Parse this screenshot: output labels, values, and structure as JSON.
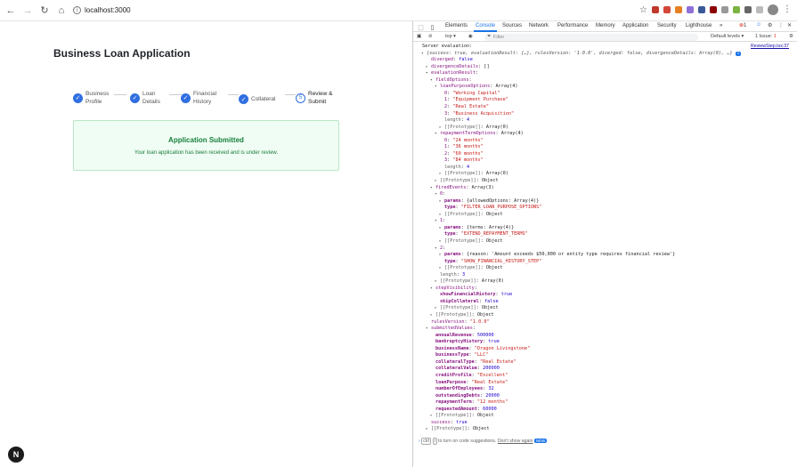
{
  "browser": {
    "url": "localhost:3000"
  },
  "page": {
    "title": "Business Loan Application",
    "steps": [
      {
        "label_line1": "Business",
        "label_line2": "Profile",
        "status": "done"
      },
      {
        "label_line1": "Loan",
        "label_line2": "Details",
        "status": "done"
      },
      {
        "label_line1": "Financial",
        "label_line2": "History",
        "status": "done"
      },
      {
        "label_line1": "Collateral",
        "label_line2": "",
        "status": "done"
      },
      {
        "label_line1": "Review &",
        "label_line2": "Submit",
        "status": "current",
        "number": "5"
      }
    ],
    "success_title": "Application Submitted",
    "success_message": "Your loan application has been received and is under review.",
    "next_badge": "N"
  },
  "devtools": {
    "tabs": [
      "Elements",
      "Console",
      "Sources",
      "Network",
      "Performance",
      "Memory",
      "Application",
      "Security",
      "Lighthouse",
      "»"
    ],
    "active_tab": "Console",
    "error_count": "1",
    "context": "top ▾",
    "filter_placeholder": "Filter",
    "default_levels": "Default levels ▾",
    "issues": "1 Issue: ",
    "issue_count": "1",
    "source_link": "ReviewStep.tsx:37",
    "prompt_hint_pre": "to turn on code suggestions.",
    "prompt_kbd1": "ctrl",
    "prompt_kbd2": "i",
    "prompt_dont_show": "Don't show again",
    "prompt_new": "NEW"
  },
  "console_lines": [
    {
      "indent": 0,
      "tw": "",
      "html": "Server evaluation:",
      "link": true
    },
    {
      "indent": 1,
      "tw": "▾",
      "html": "<span class='it'>{success: true, evaluationResult: {…}, rulesVersion: '1.0.0', diverged: false, divergenceDetails: Array(0), …}</span> <span class='newbadge'>i</span>"
    },
    {
      "indent": 2,
      "tw": "",
      "html": "<span class='k'>diverged</span>: <span class='b'>false</span>"
    },
    {
      "indent": 2,
      "tw": "▸",
      "html": "<span class='k'>divergenceDetails</span>: []"
    },
    {
      "indent": 2,
      "tw": "▾",
      "html": "<span class='k'>evaluationResult</span>:"
    },
    {
      "indent": 3,
      "tw": "▾",
      "html": "<span class='k'>fieldOptions</span>:"
    },
    {
      "indent": 4,
      "tw": "▾",
      "html": "<span class='k'>loanPurposeOptions</span>: Array(4)"
    },
    {
      "indent": 5,
      "tw": "",
      "html": "<span class='k'>0</span>: <span class='s'>\"Working Capital\"</span>"
    },
    {
      "indent": 5,
      "tw": "",
      "html": "<span class='k'>1</span>: <span class='s'>\"Equipment Purchase\"</span>"
    },
    {
      "indent": 5,
      "tw": "",
      "html": "<span class='k'>2</span>: <span class='s'>\"Real Estate\"</span>"
    },
    {
      "indent": 5,
      "tw": "",
      "html": "<span class='k'>3</span>: <span class='s'>\"Business Acquisition\"</span>"
    },
    {
      "indent": 5,
      "tw": "",
      "html": "<span class='g'>length</span>: <span class='n'>4</span>"
    },
    {
      "indent": 5,
      "tw": "▸",
      "html": "<span class='g'>[[Prototype]]</span>: Array(0)"
    },
    {
      "indent": 4,
      "tw": "▾",
      "html": "<span class='k'>repaymentTermOptions</span>: Array(4)"
    },
    {
      "indent": 5,
      "tw": "",
      "html": "<span class='k'>0</span>: <span class='s'>\"24 months\"</span>"
    },
    {
      "indent": 5,
      "tw": "",
      "html": "<span class='k'>1</span>: <span class='s'>\"36 months\"</span>"
    },
    {
      "indent": 5,
      "tw": "",
      "html": "<span class='k'>2</span>: <span class='s'>\"60 months\"</span>"
    },
    {
      "indent": 5,
      "tw": "",
      "html": "<span class='k'>3</span>: <span class='s'>\"84 months\"</span>"
    },
    {
      "indent": 5,
      "tw": "",
      "html": "<span class='g'>length</span>: <span class='n'>4</span>"
    },
    {
      "indent": 5,
      "tw": "▸",
      "html": "<span class='g'>[[Prototype]]</span>: Array(0)"
    },
    {
      "indent": 4,
      "tw": "▸",
      "html": "<span class='g'>[[Prototype]]</span>: Object"
    },
    {
      "indent": 3,
      "tw": "▾",
      "html": "<span class='k'>firedEvents</span>: Array(3)"
    },
    {
      "indent": 4,
      "tw": "▾",
      "html": "<span class='k'>0</span>:"
    },
    {
      "indent": 5,
      "tw": "▸",
      "html": "<span class='kb'>params</span>: {allowedOptions: Array(4)}"
    },
    {
      "indent": 5,
      "tw": "",
      "html": "<span class='kb'>type</span>: <span class='s'>\"FILTER_LOAN_PURPOSE_OPTIONS\"</span>"
    },
    {
      "indent": 5,
      "tw": "▸",
      "html": "<span class='g'>[[Prototype]]</span>: Object"
    },
    {
      "indent": 4,
      "tw": "▾",
      "html": "<span class='k'>1</span>:"
    },
    {
      "indent": 5,
      "tw": "▸",
      "html": "<span class='kb'>params</span>: {terms: Array(4)}"
    },
    {
      "indent": 5,
      "tw": "",
      "html": "<span class='kb'>type</span>: <span class='s'>\"EXTEND_REPAYMENT_TERMS\"</span>"
    },
    {
      "indent": 5,
      "tw": "▸",
      "html": "<span class='g'>[[Prototype]]</span>: Object"
    },
    {
      "indent": 4,
      "tw": "▾",
      "html": "<span class='k'>2</span>:"
    },
    {
      "indent": 5,
      "tw": "▸",
      "html": "<span class='kb'>params</span>: {reason: 'Amount exceeds $50,000 or entity type requires financial review'}"
    },
    {
      "indent": 5,
      "tw": "",
      "html": "<span class='kb'>type</span>: <span class='s'>\"SHOW_FINANCIAL_HISTORY_STEP\"</span>"
    },
    {
      "indent": 5,
      "tw": "▸",
      "html": "<span class='g'>[[Prototype]]</span>: Object"
    },
    {
      "indent": 4,
      "tw": "",
      "html": "<span class='g'>length</span>: <span class='n'>3</span>"
    },
    {
      "indent": 4,
      "tw": "▸",
      "html": "<span class='g'>[[Prototype]]</span>: Array(0)"
    },
    {
      "indent": 3,
      "tw": "▾",
      "html": "<span class='k'>stepVisibility</span>:"
    },
    {
      "indent": 4,
      "tw": "",
      "html": "<span class='kb'>showFinancialHistory</span>: <span class='b'>true</span>"
    },
    {
      "indent": 4,
      "tw": "",
      "html": "<span class='kb'>skipCollateral</span>: <span class='b'>false</span>"
    },
    {
      "indent": 4,
      "tw": "▸",
      "html": "<span class='g'>[[Prototype]]</span>: Object"
    },
    {
      "indent": 3,
      "tw": "▸",
      "html": "<span class='g'>[[Prototype]]</span>: Object"
    },
    {
      "indent": 2,
      "tw": "",
      "html": "<span class='k'>rulesVersion</span>: <span class='s'>\"1.0.0\"</span>"
    },
    {
      "indent": 2,
      "tw": "▾",
      "html": "<span class='k'>submittedValues</span>:"
    },
    {
      "indent": 3,
      "tw": "",
      "html": "<span class='kb'>annualRevenue</span>: <span class='n'>500000</span>"
    },
    {
      "indent": 3,
      "tw": "",
      "html": "<span class='kb'>bankruptcyHistory</span>: <span class='b'>true</span>"
    },
    {
      "indent": 3,
      "tw": "",
      "html": "<span class='kb'>businessName</span>: <span class='s'>\"Dragon Livingstone\"</span>"
    },
    {
      "indent": 3,
      "tw": "",
      "html": "<span class='kb'>businessType</span>: <span class='s'>\"LLC\"</span>"
    },
    {
      "indent": 3,
      "tw": "",
      "html": "<span class='kb'>collateralType</span>: <span class='s'>\"Real Estate\"</span>"
    },
    {
      "indent": 3,
      "tw": "",
      "html": "<span class='kb'>collateralValue</span>: <span class='n'>200000</span>"
    },
    {
      "indent": 3,
      "tw": "",
      "html": "<span class='kb'>creditProfile</span>: <span class='s'>\"Excellent\"</span>"
    },
    {
      "indent": 3,
      "tw": "",
      "html": "<span class='kb'>loanPurpose</span>: <span class='s'>\"Real Estate\"</span>"
    },
    {
      "indent": 3,
      "tw": "",
      "html": "<span class='kb'>numberOfEmployees</span>: <span class='n'>32</span>"
    },
    {
      "indent": 3,
      "tw": "",
      "html": "<span class='kb'>outstandingDebts</span>: <span class='n'>20000</span>"
    },
    {
      "indent": 3,
      "tw": "",
      "html": "<span class='kb'>repaymentTerm</span>: <span class='s'>\"12 months\"</span>"
    },
    {
      "indent": 3,
      "tw": "",
      "html": "<span class='kb'>requestedAmount</span>: <span class='n'>60000</span>"
    },
    {
      "indent": 3,
      "tw": "▸",
      "html": "<span class='g'>[[Prototype]]</span>: Object"
    },
    {
      "indent": 2,
      "tw": "",
      "html": "<span class='k'>success</span>: <span class='b'>true</span>"
    },
    {
      "indent": 2,
      "tw": "▸",
      "html": "<span class='g'>[[Prototype]]</span>: Object"
    }
  ]
}
